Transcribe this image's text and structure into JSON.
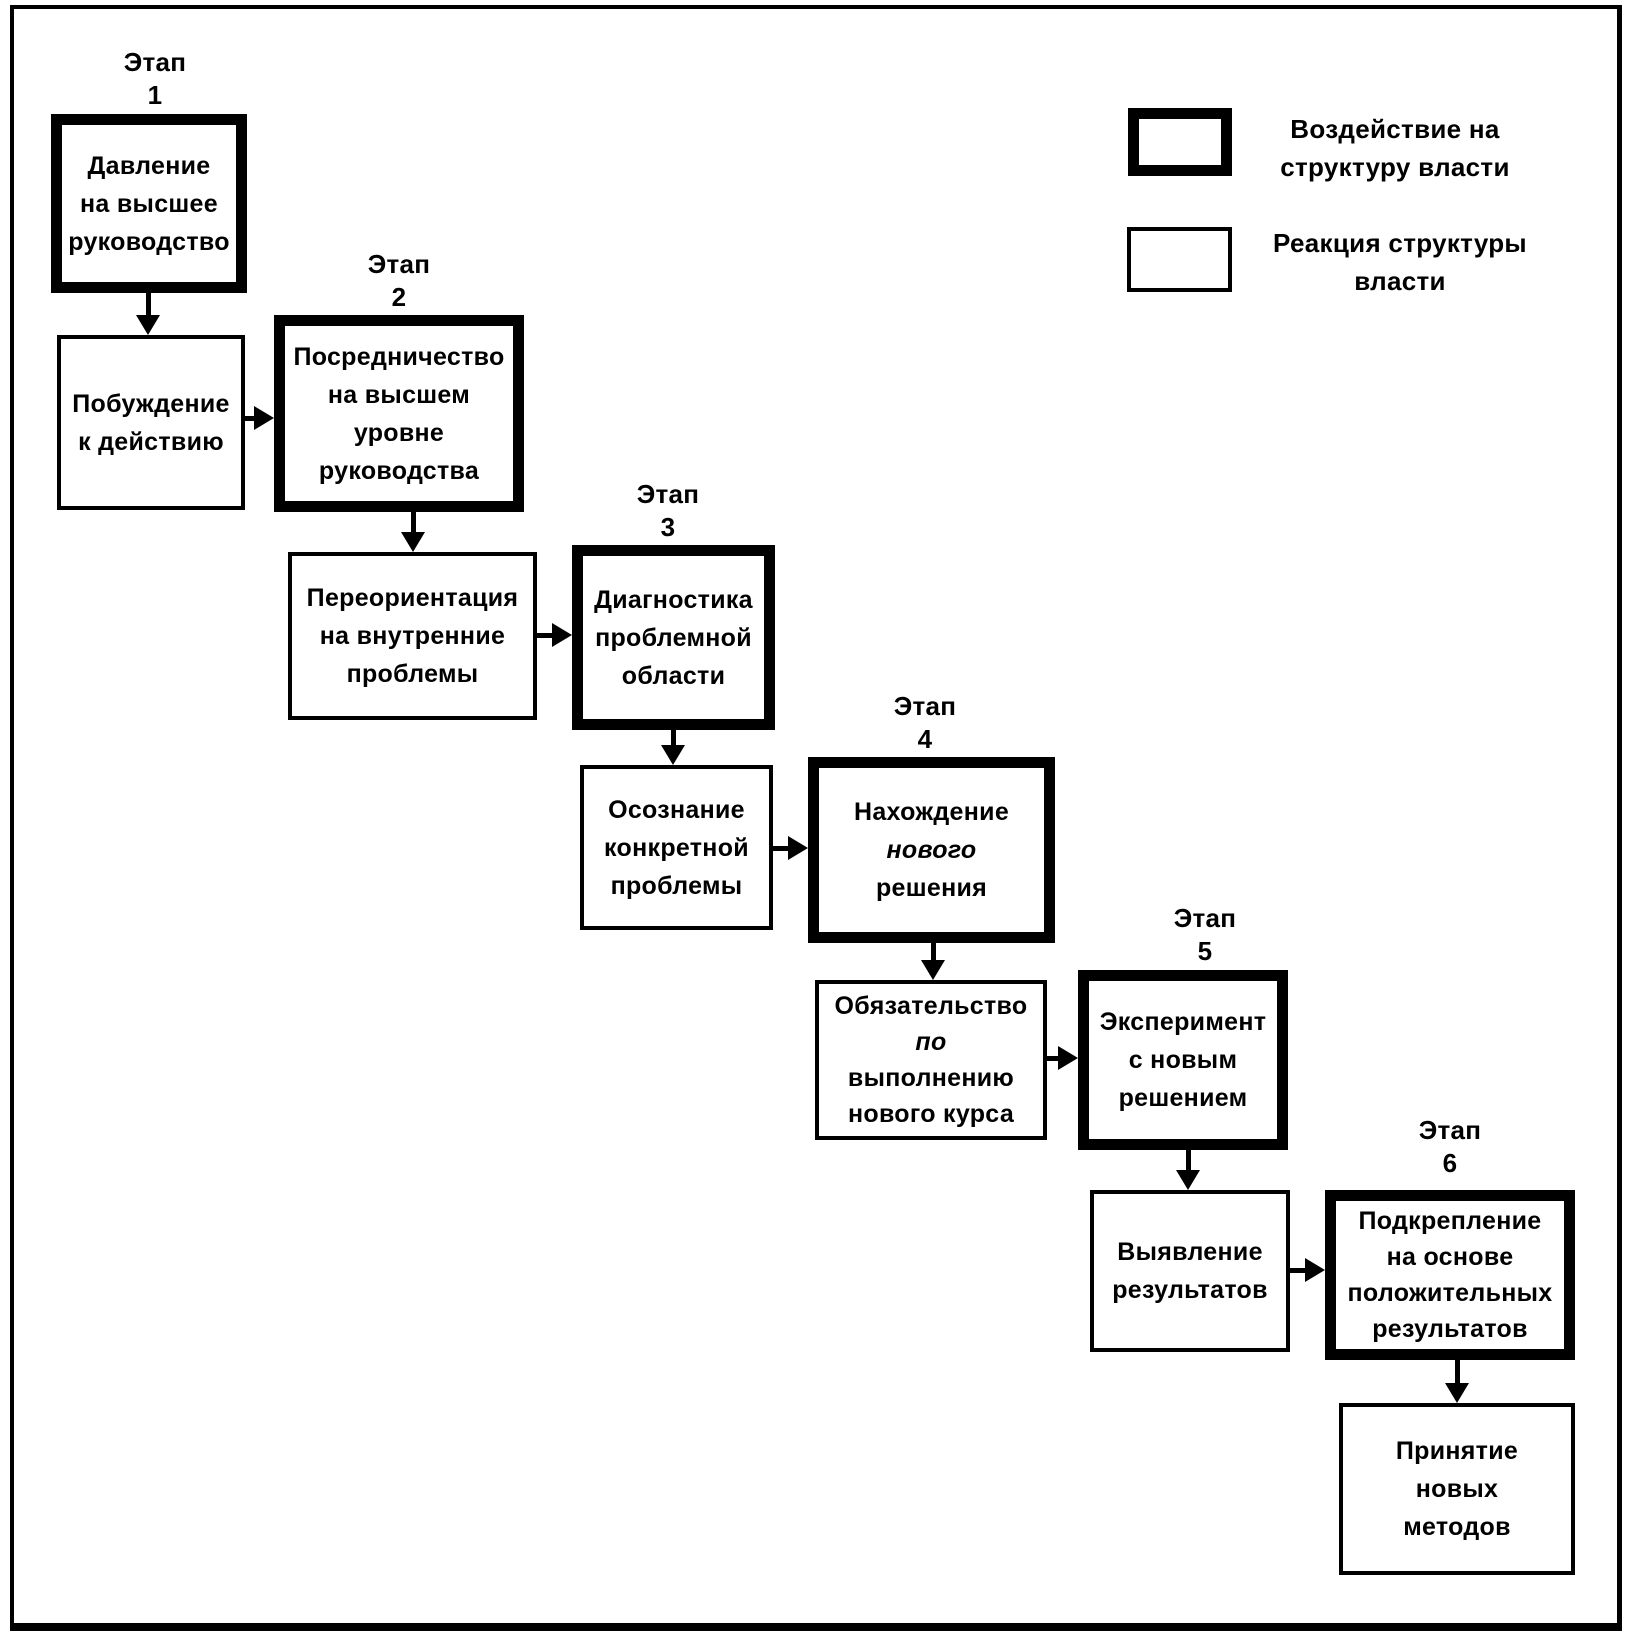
{
  "figure": {
    "stage_word": "Этап",
    "stages": [
      {
        "number": "1",
        "impact": {
          "lines": [
            "Давление",
            "на высшее",
            "руководство"
          ]
        },
        "reaction": {
          "lines": [
            "Побуждение",
            "к действию"
          ]
        }
      },
      {
        "number": "2",
        "impact": {
          "lines": [
            "Посредничество",
            "на высшем",
            "уровне",
            "руководства"
          ]
        },
        "reaction": {
          "lines": [
            "Переориентация",
            "на внутренние",
            "проблемы"
          ]
        }
      },
      {
        "number": "3",
        "impact": {
          "lines": [
            "Диагностика",
            "проблемной",
            "области"
          ]
        },
        "reaction": {
          "lines": [
            "Осознание",
            "конкретной",
            "проблемы"
          ]
        }
      },
      {
        "number": "4",
        "impact": {
          "lines": [
            "Нахождение",
            "нового",
            "решения"
          ]
        },
        "reaction": {
          "lines": [
            "Обязательство",
            "по",
            "выполнению",
            "нового курса"
          ]
        }
      },
      {
        "number": "5",
        "impact": {
          "lines": [
            "Эксперимент",
            "с новым",
            "решением"
          ]
        },
        "reaction": {
          "lines": [
            "Выявление",
            "результатов"
          ]
        }
      },
      {
        "number": "6",
        "impact": {
          "lines": [
            "Подкрепление",
            "на основе",
            "положительных",
            "результатов"
          ]
        },
        "reaction": {
          "lines": [
            "Принятие",
            "новых",
            "методов"
          ]
        }
      }
    ],
    "legend": {
      "impact_label_lines": [
        "Воздействие на",
        "структуру власти"
      ],
      "reaction_label_lines": [
        "Реакция структуры",
        "власти"
      ]
    },
    "colors": {
      "ink": "#000000",
      "paper": "#ffffff"
    }
  }
}
